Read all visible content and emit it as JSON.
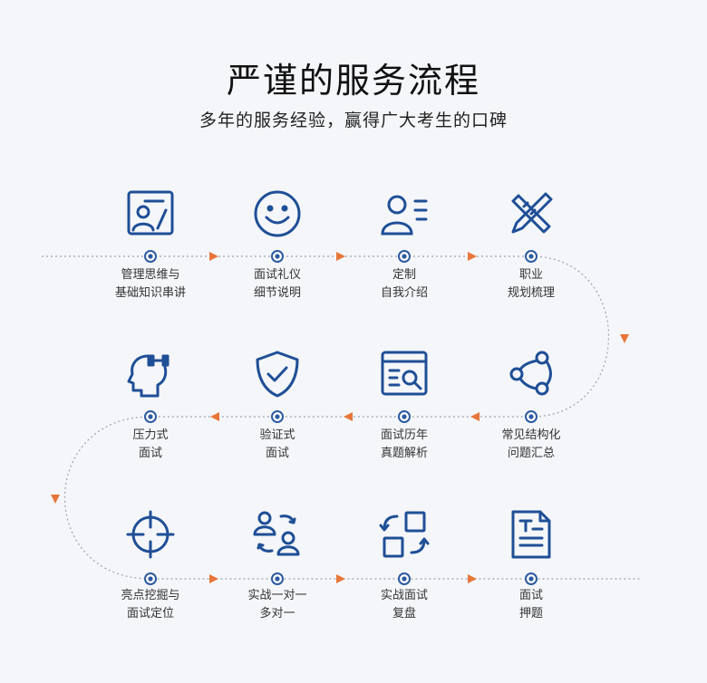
{
  "title": "严谨的服务流程",
  "subtitle": "多年的服务经验，赢得广大考生的口碑",
  "colors": {
    "icon": "#1f4f96",
    "arrow": "#e8763a",
    "dots": "#9aa3ad"
  },
  "steps": [
    {
      "icon": "whiteboard-person-icon",
      "line1": "管理思维与",
      "line2": "基础知识串讲"
    },
    {
      "icon": "smiley-face-icon",
      "line1": "面试礼仪",
      "line2": "细节说明"
    },
    {
      "icon": "person-list-icon",
      "line1": "定制",
      "line2": "自我介绍"
    },
    {
      "icon": "pencil-ruler-icon",
      "line1": "职业",
      "line2": "规划梳理"
    },
    {
      "icon": "connected-nodes-icon",
      "line1": "常见结构化",
      "line2": "问题汇总"
    },
    {
      "icon": "document-magnifier-icon",
      "line1": "面试历年",
      "line2": "真题解析"
    },
    {
      "icon": "shield-check-icon",
      "line1": "验证式",
      "line2": "面试"
    },
    {
      "icon": "head-dumbbell-icon",
      "line1": "压力式",
      "line2": "面试"
    },
    {
      "icon": "crosshair-icon",
      "line1": "亮点挖掘与",
      "line2": "面试定位"
    },
    {
      "icon": "people-swap-icon",
      "line1": "实战一对一",
      "line2": "多对一"
    },
    {
      "icon": "square-cycle-icon",
      "line1": "实战面试",
      "line2": "复盘"
    },
    {
      "icon": "exam-paper-icon",
      "line1": "面试",
      "line2": "押题"
    }
  ]
}
